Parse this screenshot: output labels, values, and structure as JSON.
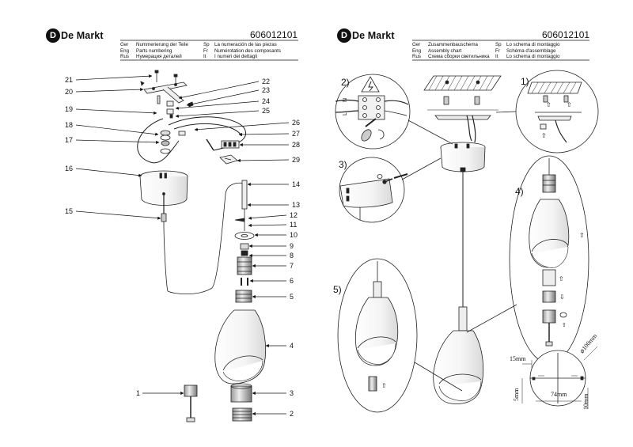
{
  "brand": {
    "left": "De Markt",
    "right": "De Markt",
    "glyph": "D"
  },
  "left_header": {
    "code": "606012101",
    "rows": [
      {
        "lang1": "Ger",
        "text1": "Nummerierung der Teile",
        "lang2": "Sp",
        "text2": "La numeración de las piezas"
      },
      {
        "lang1": "Eng",
        "text1": "Parts numbering",
        "lang2": "Fr",
        "text2": "Numérotation des composants"
      },
      {
        "lang1": "Rus",
        "text1": "Нумерация деталей",
        "lang2": "It",
        "text2": "I numeri dei dettagli"
      }
    ]
  },
  "right_header": {
    "code": "606012101",
    "rows": [
      {
        "lang1": "Ger",
        "text1": "Zusammenbauschema",
        "lang2": "Sp",
        "text2": "Lo schema di montaggio"
      },
      {
        "lang1": "Eng",
        "text1": "Assembly chart",
        "lang2": "Fr",
        "text2": "Schéma d'assemblage"
      },
      {
        "lang1": "Rus",
        "text1": "Схема сборки светильника",
        "lang2": "It",
        "text2": "Lo schema di montaggio"
      }
    ]
  },
  "part_numbers_left": [
    "21",
    "20",
    "19",
    "18",
    "17",
    "16",
    "15",
    "1"
  ],
  "part_numbers_right": [
    "22",
    "23",
    "24",
    "25",
    "26",
    "27",
    "28",
    "29",
    "14",
    "13",
    "12",
    "11",
    "10",
    "9",
    "8",
    "7",
    "6",
    "5",
    "4",
    "3",
    "2"
  ],
  "steps": [
    "1)",
    "2)",
    "3)",
    "4)",
    "5)"
  ],
  "dimensions": {
    "a": "15mm",
    "b": "5mm",
    "c": "74mm",
    "d": "10mm",
    "e": "⌀100mm"
  },
  "warning_icon": "electric-hazard-icon",
  "wiring_labels": {
    "n": "N",
    "l": "L"
  }
}
